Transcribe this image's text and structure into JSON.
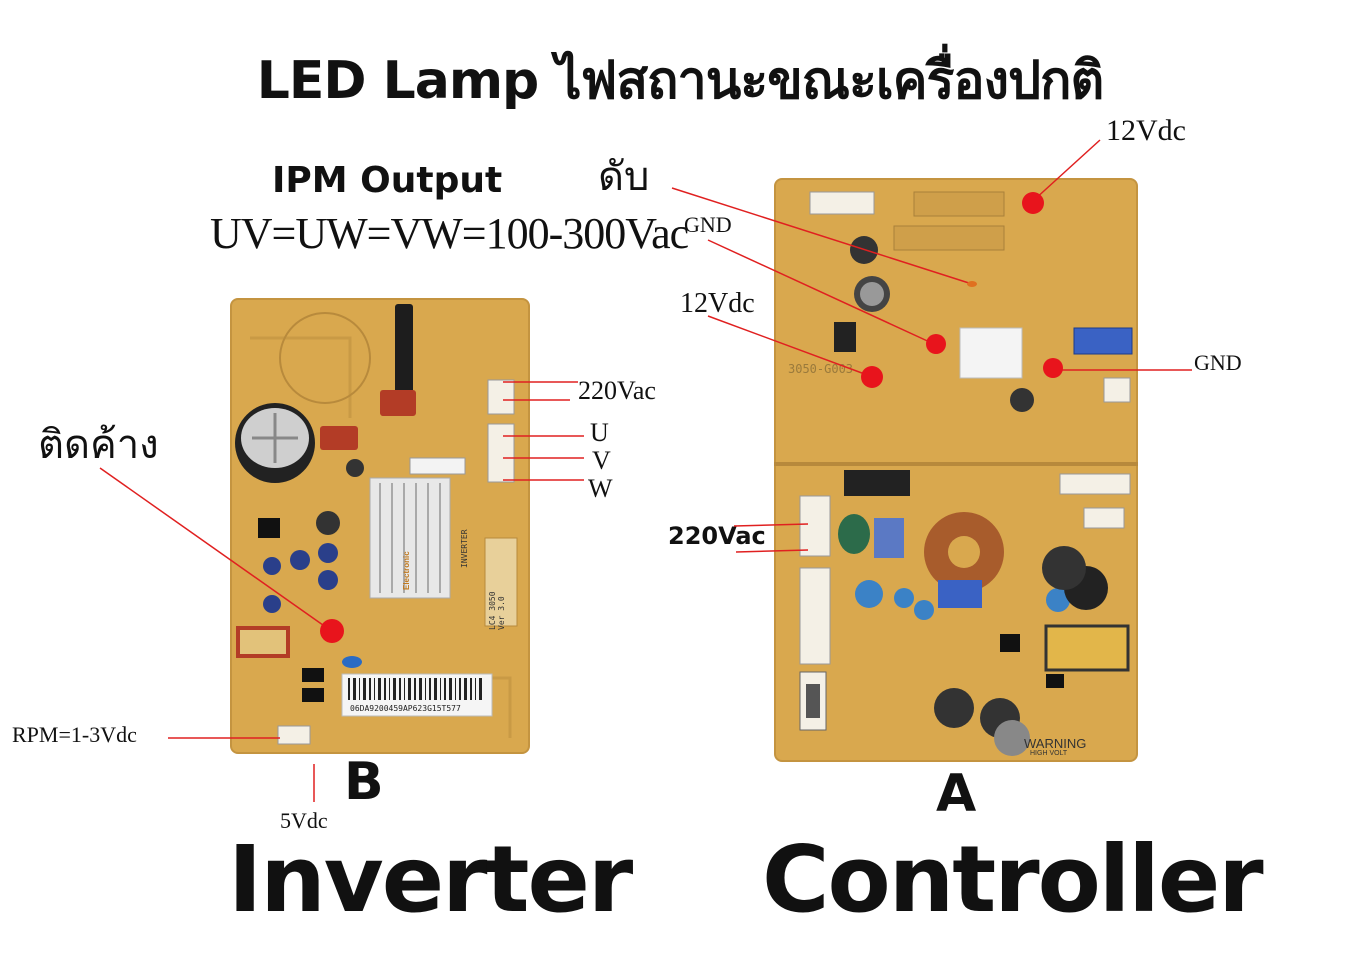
{
  "title": "LED Lamp ไฟสถานะขณะเครื่องปกติ",
  "inverter": {
    "ipm_heading": "IPM Output",
    "ipm_formula": "UV=UW=VW=100-300Vac",
    "stuck_label": "ติดค้าง",
    "label_220": "220Vac",
    "label_u": "U",
    "label_v": "V",
    "label_w": "W",
    "label_rpm": "RPM=1-3Vdc",
    "label_5v": "5Vdc",
    "letter": "B",
    "name": "Inverter",
    "barcode_text": "06DA9200459AP623G15T577",
    "board_text_1": "INVERTER",
    "board_text_2": "LC4 3050 Ver 3.0",
    "brand_text": "Electronic"
  },
  "controller": {
    "label_12v_top": "12Vdc",
    "off_label": "ดับ",
    "label_gnd_left": "GND",
    "label_12v_mid": "12Vdc",
    "label_gnd_right": "GND",
    "label_220": "220Vac",
    "letter": "A",
    "name": "Controller",
    "board_code": "3050-G003",
    "warning": "WARNING",
    "warning_sub": "HIGH VOLT"
  },
  "colors": {
    "board": "#d9a84e",
    "led": "#e8141c",
    "leader": "#e02020"
  }
}
